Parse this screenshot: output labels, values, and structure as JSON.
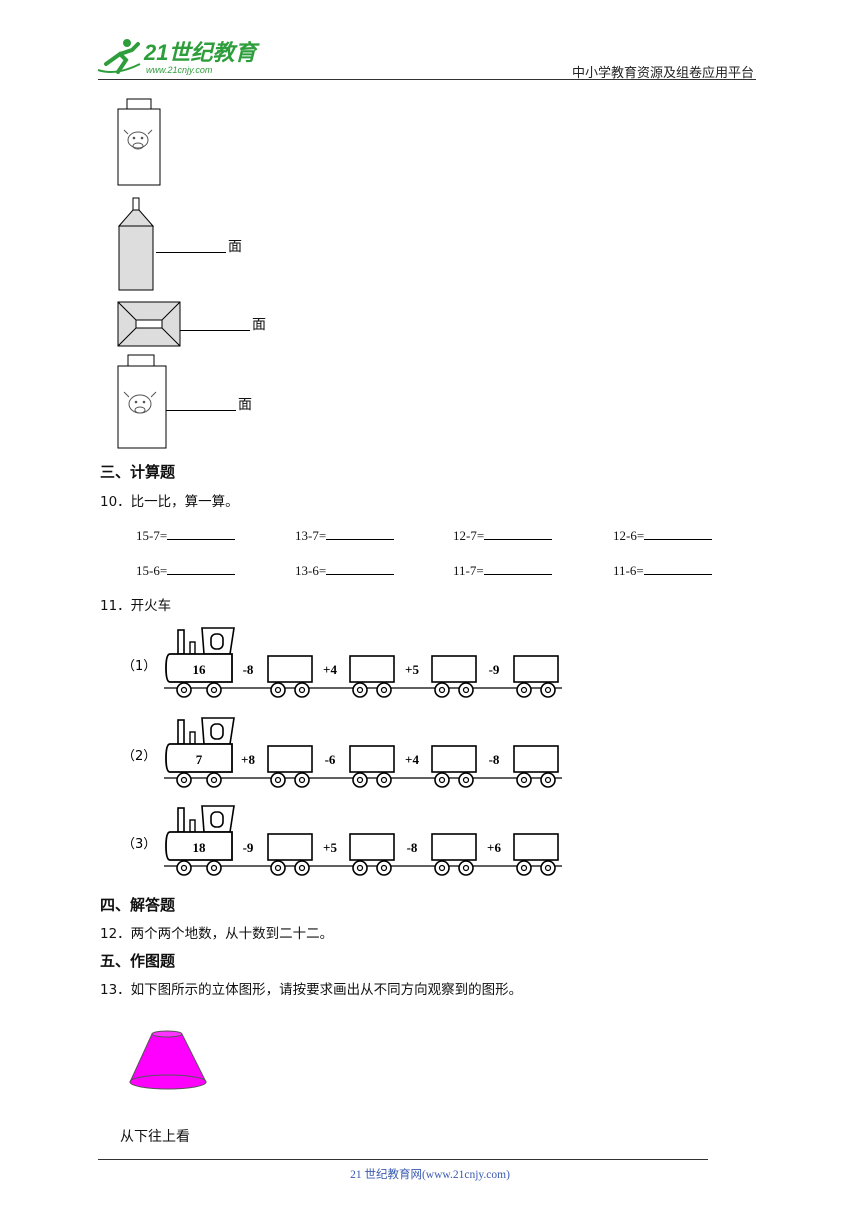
{
  "header": {
    "logo_text": "21世纪教育",
    "logo_url": "www.21cnjy.com",
    "right_text": "中小学教育资源及组卷应用平台"
  },
  "views": {
    "face_label": "面"
  },
  "section3": {
    "title": "三、计算题",
    "q10": "10．比一比，算一算。",
    "row1": [
      "15-7=",
      "13-7=",
      "12-7=",
      "12-6="
    ],
    "row2": [
      "15-6=",
      "13-6=",
      "11-7=",
      "11-6="
    ],
    "q11": "11．开火车",
    "trains": [
      {
        "label": "（1）",
        "start": "16",
        "ops": [
          "-8",
          "+4",
          "+5",
          "-9"
        ]
      },
      {
        "label": "（2）",
        "start": "7",
        "ops": [
          "+8",
          "-6",
          "+4",
          "-8"
        ]
      },
      {
        "label": "（3）",
        "start": "18",
        "ops": [
          "-9",
          "+5",
          "-8",
          "+6"
        ]
      }
    ]
  },
  "section4": {
    "title": "四、解答题",
    "q12": "12．两个两个地数，从十数到二十二。"
  },
  "section5": {
    "title": "五、作图题",
    "q13": "13．如下图所示的立体图形，请按要求画出从不同方向观察到的图形。",
    "caption": "从下往上看",
    "shape_color": "#ff00ff"
  },
  "footer": {
    "text": "21 世纪教育网(www.21cnjy.com)"
  }
}
